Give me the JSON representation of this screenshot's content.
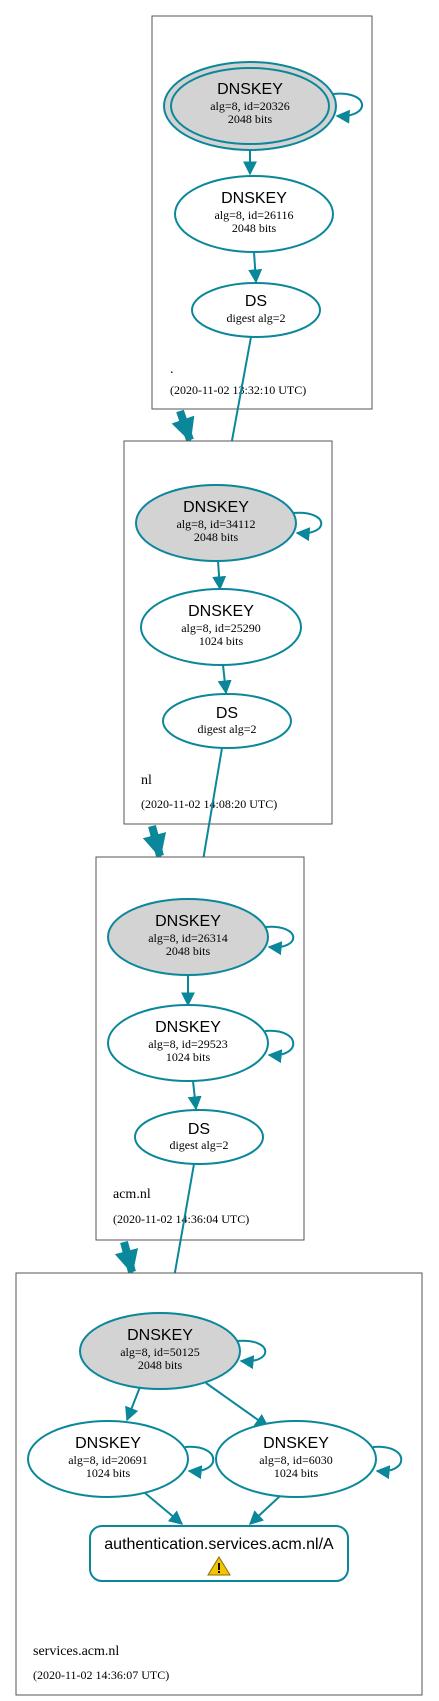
{
  "zones": [
    {
      "name": ".",
      "timestamp": "(2020-11-02 13:32:10 UTC)",
      "nodes": [
        {
          "title": "DNSKEY",
          "line1": "alg=8, id=20326",
          "line2": "2048 bits"
        },
        {
          "title": "DNSKEY",
          "line1": "alg=8, id=26116",
          "line2": "2048 bits"
        },
        {
          "title": "DS",
          "line1": "digest alg=2"
        }
      ]
    },
    {
      "name": "nl",
      "timestamp": "(2020-11-02 14:08:20 UTC)",
      "nodes": [
        {
          "title": "DNSKEY",
          "line1": "alg=8, id=34112",
          "line2": "2048 bits"
        },
        {
          "title": "DNSKEY",
          "line1": "alg=8, id=25290",
          "line2": "1024 bits"
        },
        {
          "title": "DS",
          "line1": "digest alg=2"
        }
      ]
    },
    {
      "name": "acm.nl",
      "timestamp": "(2020-11-02 14:36:04 UTC)",
      "nodes": [
        {
          "title": "DNSKEY",
          "line1": "alg=8, id=26314",
          "line2": "2048 bits"
        },
        {
          "title": "DNSKEY",
          "line1": "alg=8, id=29523",
          "line2": "1024 bits"
        },
        {
          "title": "DS",
          "line1": "digest alg=2"
        }
      ]
    },
    {
      "name": "services.acm.nl",
      "timestamp": "(2020-11-02 14:36:07 UTC)",
      "nodes": [
        {
          "title": "DNSKEY",
          "line1": "alg=8, id=50125",
          "line2": "2048 bits"
        },
        {
          "title": "DNSKEY",
          "line1": "alg=8, id=20691",
          "line2": "1024 bits"
        },
        {
          "title": "DNSKEY",
          "line1": "alg=8, id=6030",
          "line2": "1024 bits"
        }
      ],
      "rrset": {
        "label": "authentication.services.acm.nl/A",
        "icon": "warning-icon"
      }
    }
  ],
  "colors": {
    "edge": "#0a879a",
    "ksk_fill": "#d3d3d3",
    "warning": "#f5c400"
  }
}
